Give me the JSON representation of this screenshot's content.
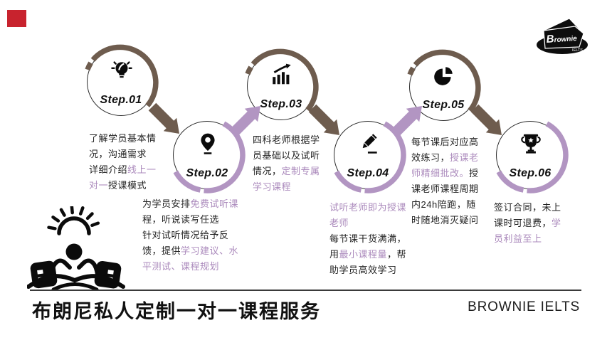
{
  "colors": {
    "brown": "#6e5c4e",
    "purple": "#b295c2",
    "purple_text": "#ab8abc",
    "ink": "#1f1f1f",
    "red_mark": "#c8232e"
  },
  "logo": {
    "brand_script": "Brownie",
    "brand_sub": "IELTS"
  },
  "footer": {
    "title": "布朗尼私人定制一对一课程服务",
    "brand": "BROWNIE IELTS"
  },
  "steps": [
    {
      "label": "Step.01",
      "icon": "lightbulb-icon",
      "accent_color_role": "brown",
      "desc": [
        {
          "t": "了解学员基本情\n况，沟通需求\n详细介绍",
          "c": "d"
        },
        {
          "t": "线上一\n对一",
          "c": "a"
        },
        {
          "t": "授课模式",
          "c": "d"
        }
      ]
    },
    {
      "label": "Step.02",
      "icon": "map-pin-icon",
      "accent_color_role": "purple",
      "desc": [
        {
          "t": "为学员安排",
          "c": "d"
        },
        {
          "t": "免费试听课",
          "c": "a"
        },
        {
          "t": "\n程，听说读写任选\n针对试听情况给予反\n馈，提供",
          "c": "d"
        },
        {
          "t": "学习建议、水\n平测试、课程规划",
          "c": "a"
        }
      ]
    },
    {
      "label": "Step.03",
      "icon": "growth-chart-icon",
      "accent_color_role": "brown",
      "desc": [
        {
          "t": "四科老师根据学\n员基础以及试听\n情况，",
          "c": "d"
        },
        {
          "t": "定制专属\n学习课程",
          "c": "a"
        }
      ]
    },
    {
      "label": "Step.04",
      "icon": "pencil-icon",
      "accent_color_role": "purple",
      "desc": [
        {
          "t": "试听老师即为授课\n老师",
          "c": "a"
        },
        {
          "t": "\n每节课干货满满，\n用",
          "c": "d"
        },
        {
          "t": "最小课程量",
          "c": "a"
        },
        {
          "t": "，帮\n助学员高效学习",
          "c": "d"
        }
      ]
    },
    {
      "label": "Step.05",
      "icon": "pie-chart-icon",
      "accent_color_role": "brown",
      "desc": [
        {
          "t": "每节课后对应高\n效练习，",
          "c": "d"
        },
        {
          "t": "授课老\n师精细批改。",
          "c": "a"
        },
        {
          "t": "授\n课老师课程周期\n内24h陪跑，随\n时随地消灭疑问",
          "c": "d"
        }
      ]
    },
    {
      "label": "Step.06",
      "icon": "trophy-icon",
      "accent_color_role": "purple",
      "desc": [
        {
          "t": "签订合同，未上\n课时可退费，",
          "c": "d"
        },
        {
          "t": "学\n员利益至上",
          "c": "a"
        }
      ]
    }
  ]
}
